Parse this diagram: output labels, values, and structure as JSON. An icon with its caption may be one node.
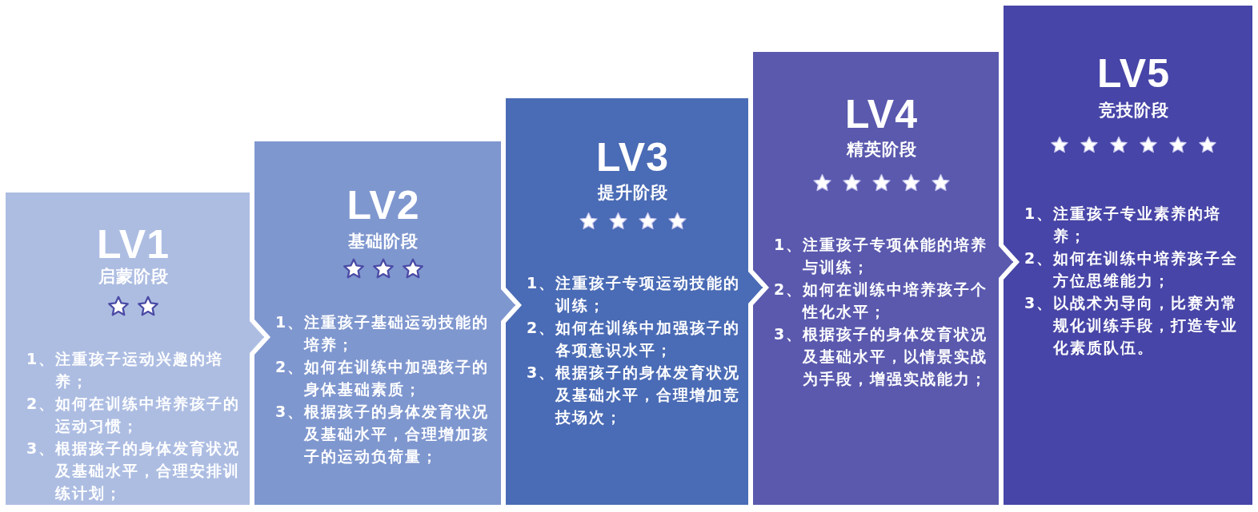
{
  "diagram": {
    "nodes": [
      {
        "text": [
          "LV1",
          "启蒙阶段",
          "1、注重孩子运动兴趣的培养；",
          "2、如何在训练中培养孩子的运动习惯；",
          "3、根据孩子的身体发育状况及基础水平，合理安排训练计划；"
        ]
      },
      {
        "text": [
          "LV2",
          "基础阶段",
          "1、注重孩子基础运动技能的培养；",
          "2、如何在训练中加强孩子的身体基础素质；",
          "3、根据孩子的身体发育状况及基础水平，合理增加孩子的运动负荷量；"
        ]
      },
      {
        "text": [
          "LV3",
          "提升阶段",
          "1、注重孩子专项运动技能的训练；",
          "2、如何在训练中加强孩子的各项意识水平；",
          "3、根据孩子的身体发育状况及基础水平，合理增加竞技场次；"
        ]
      },
      {
        "text": [
          "LV4",
          "精英阶段",
          "1、注重孩子专项体能的培养与训练；",
          "2、如何在训练中培养孩子个性化水平；",
          "3、根据孩子的身体发育状况及基础水平，以情景实战为手段，增强实战能力；"
        ]
      },
      {
        "text": [
          "LV5",
          "竞技阶段",
          "1、注重孩子专业素养的培养；",
          "2、如何在训练中培养孩子全方位思维能力；",
          "3、以战术为导向，比赛为常规化训练手段，打造专业化素质队伍。"
        ]
      }
    ],
    "edges": [
      {
        "from": 0,
        "to": 1,
        "arrow": "to",
        "color": "#adbde2"
      },
      {
        "from": 1,
        "to": 2,
        "arrow": "to",
        "color": "#7f97cf"
      },
      {
        "from": 2,
        "to": 3,
        "arrow": "to",
        "color": "#4a6bb5"
      },
      {
        "from": 3,
        "to": 4,
        "arrow": "to",
        "color": "#5a59ae"
      }
    ]
  }
}
